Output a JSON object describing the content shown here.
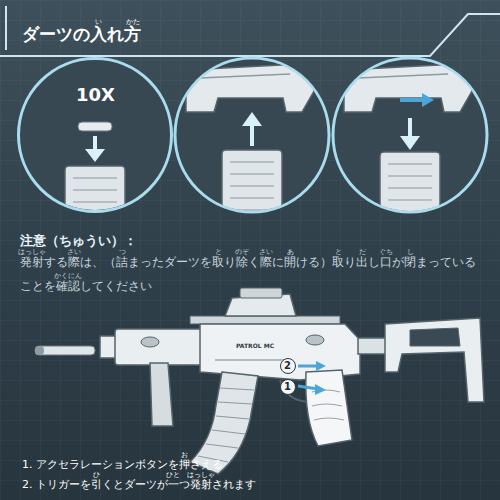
{
  "diagram": {
    "title": "ダーツの入れ方",
    "nodes": [
      {
        "text": [
          "10X"
        ]
      },
      {
        "text": [
          "1"
        ]
      },
      {
        "text": [
          "2"
        ]
      }
    ],
    "labels": [
      "い",
      "かた",
      "注意（ちゅうい）：",
      "発射する際は、（詰まったダーツを取り除く際に開ける）取り出し口が閉まっていることを確認してください",
      "はっしゃ",
      "さい",
      "つ",
      "と",
      "のぞ",
      "さい",
      "あ",
      "と",
      "だ",
      "ぐち",
      "し",
      "かくにん",
      "PATROL MC",
      "1. アクセラレーションボタンを押さえる",
      "お",
      "2. トリガーを引くとダーツが一つ発射されます",
      "ひ",
      "ひと",
      "はっしゃ"
    ]
  }
}
